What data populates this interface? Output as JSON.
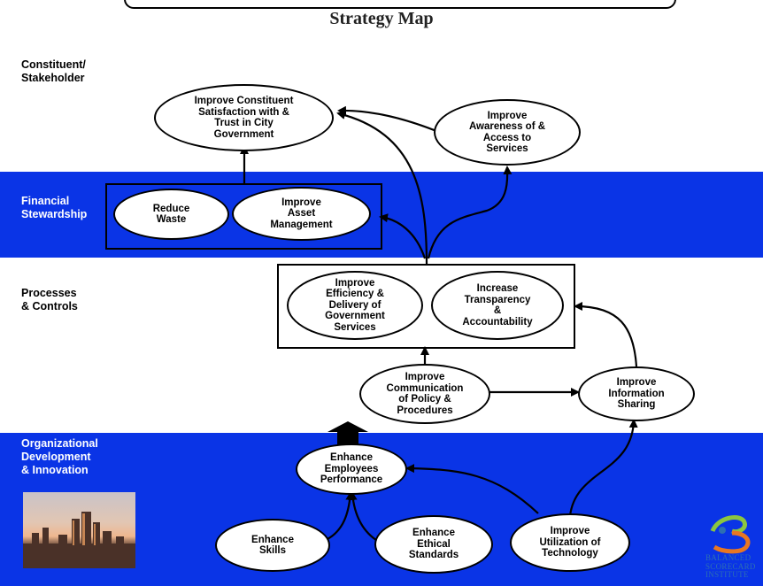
{
  "title": "Strategy Map",
  "perspectives": [
    {
      "id": "constituent",
      "label": "Constituent/\nStakeholder"
    },
    {
      "id": "financial",
      "label": "Financial\nStewardship"
    },
    {
      "id": "processes",
      "label": "Processes\n& Controls"
    },
    {
      "id": "organizational",
      "label": "Organizational\nDevelopment\n& Innovation"
    }
  ],
  "objectives": {
    "improve_satisfaction": "Improve Constituent\nSatisfaction with &\nTrust in City\nGovernment",
    "improve_awareness": "Improve\nAwareness of &\nAccess to\nServices",
    "reduce_waste": "Reduce\nWaste",
    "improve_asset": "Improve\nAsset\nManagement",
    "improve_efficiency": "Improve\nEfficiency &\nDelivery of\nGovernment\nServices",
    "increase_transparency": "Increase\nTransparency\n&\nAccountability",
    "improve_communication": "Improve\nCommunication\nof Policy &\nProcedures",
    "improve_information": "Improve\nInformation\nSharing",
    "enhance_performance": "Enhance\nEmployees\nPerformance",
    "enhance_skills": "Enhance\nSkills",
    "enhance_ethical": "Enhance\nEthical\nStandards",
    "improve_technology": "Improve\nUtilization of\nTechnology"
  },
  "logo": {
    "text": "BALANCED\nSCORECARD\nINSTITUTE",
    "colors": [
      "#2d6fb3",
      "#8cc63f",
      "#e87722"
    ]
  },
  "colors": {
    "band": "#0a34e6",
    "line": "#000000",
    "node_fill": "#ffffff"
  }
}
